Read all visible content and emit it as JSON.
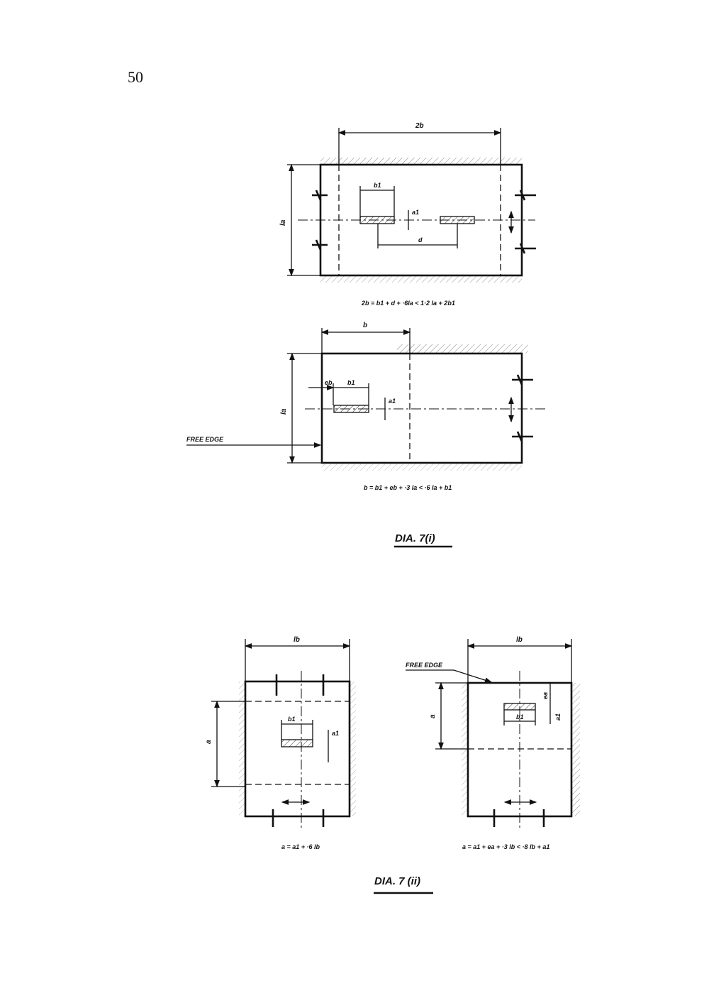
{
  "page_number": "50",
  "dia_7i": {
    "top": {
      "dim_width": "2b",
      "dim_b1": "b1",
      "dim_a1": "a1",
      "dim_d": "d",
      "dim_height": "la",
      "formula": "2b = b1 + d + ·6la < 1·2 la + 2b1"
    },
    "bottom": {
      "dim_width": "b",
      "dim_eb": "eb",
      "dim_b1": "b1",
      "dim_a1": "a1",
      "dim_height": "la",
      "free_edge": "FREE EDGE",
      "formula": "b = b1 + eb + ·3 la < ·6 la + b1"
    },
    "caption": "DIA. 7(i)"
  },
  "dia_7ii": {
    "left": {
      "dim_width": "lb",
      "dim_a": "a",
      "dim_b1": "b1",
      "dim_a1": "a1",
      "formula": "a = a1 + ·6 lb"
    },
    "right": {
      "dim_width": "lb",
      "dim_a": "a",
      "dim_b1": "b1",
      "dim_a1": "a1",
      "dim_ea": "ea",
      "free_edge": "FREE EDGE",
      "formula": "a = a1 + ea + ·3 lb < ·8 lb + a1"
    },
    "caption": "DIA. 7 (ii)"
  }
}
